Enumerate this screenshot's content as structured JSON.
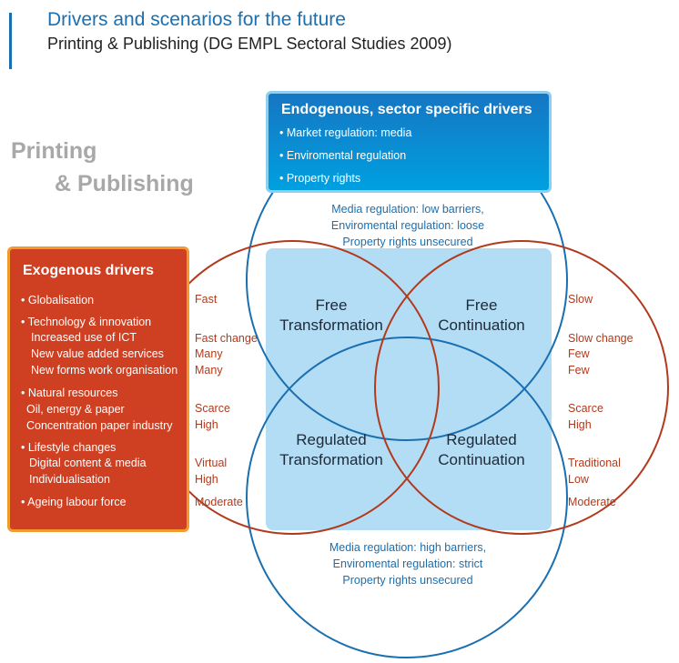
{
  "header": {
    "title": "Drivers and scenarios for the future",
    "subtitle": "Printing & Publishing (DG EMPL Sectoral Studies 2009)"
  },
  "logo": {
    "line1": "Printing",
    "line2": "& Publishing"
  },
  "endogenous": {
    "heading": "Endogenous, sector specific drivers",
    "items": [
      "• Market regulation: media",
      "• Enviromental regulation",
      "• Property rights"
    ]
  },
  "exogenous": {
    "heading": "Exogenous drivers",
    "lines": [
      "• Globalisation",
      "• Technology & innovation",
      "Increased use of ICT",
      "New value added services",
      "New forms work organisation",
      "• Natural resources",
      "Oil, energy & paper",
      "Concentration paper industry",
      "• Lifestyle changes",
      "Digital content & media",
      "Individualisation",
      "• Ageing labour force"
    ]
  },
  "left_values": [
    "Fast",
    "Fast change",
    "Many",
    "Many",
    "Scarce",
    "High",
    "Virtual",
    "High",
    "Moderate"
  ],
  "right_values": [
    "Slow",
    "Slow change",
    "Few",
    "Few",
    "Scarce",
    "High",
    "Traditional",
    "Low",
    "Moderate"
  ],
  "top_note": [
    "Media regulation: low barriers,",
    "Enviromental regulation: loose",
    "Property rights unsecured"
  ],
  "bottom_note": [
    "Media regulation: high barriers,",
    "Enviromental regulation: strict",
    "Property rights unsecured"
  ],
  "scenarios": {
    "free_transformation": [
      "Free",
      "Transformation"
    ],
    "free_continuation": [
      "Free",
      "Continuation"
    ],
    "regulated_transformation": [
      "Regulated",
      "Transformation"
    ],
    "regulated_continuation": [
      "Regulated",
      "Continuation"
    ]
  },
  "colors": {
    "blue_circle": "#1a6fb0",
    "red_circle": "#b23a1c",
    "center_fill": "#b3dcf5",
    "endo_fill": "#0a8ad4",
    "exo_fill": "#cf3f22"
  }
}
